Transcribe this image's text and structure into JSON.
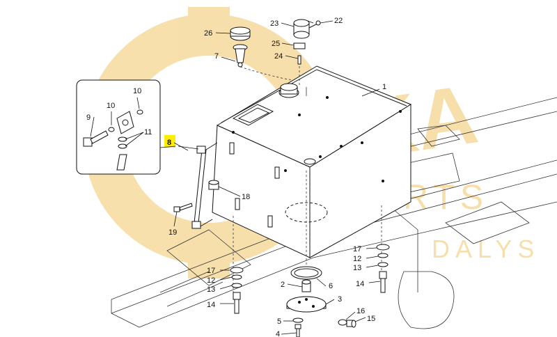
{
  "diagram": {
    "callouts": [
      {
        "id": "c1",
        "text": "1"
      },
      {
        "id": "c2",
        "text": "2"
      },
      {
        "id": "c3",
        "text": "3"
      },
      {
        "id": "c4",
        "text": "4"
      },
      {
        "id": "c5",
        "text": "5"
      },
      {
        "id": "c6",
        "text": "6"
      },
      {
        "id": "c7",
        "text": "7"
      },
      {
        "id": "c8",
        "text": "8"
      },
      {
        "id": "c9",
        "text": "9"
      },
      {
        "id": "c10a",
        "text": "10"
      },
      {
        "id": "c10b",
        "text": "10"
      },
      {
        "id": "c11",
        "text": "11"
      },
      {
        "id": "c12a",
        "text": "12"
      },
      {
        "id": "c12b",
        "text": "12"
      },
      {
        "id": "c13a",
        "text": "13"
      },
      {
        "id": "c13b",
        "text": "13"
      },
      {
        "id": "c14a",
        "text": "14"
      },
      {
        "id": "c14b",
        "text": "14"
      },
      {
        "id": "c15",
        "text": "15"
      },
      {
        "id": "c16",
        "text": "16"
      },
      {
        "id": "c17a",
        "text": "17"
      },
      {
        "id": "c17b",
        "text": "17"
      },
      {
        "id": "c18",
        "text": "18"
      },
      {
        "id": "c19",
        "text": "19"
      },
      {
        "id": "c22",
        "text": "22"
      },
      {
        "id": "c23",
        "text": "23"
      },
      {
        "id": "c24",
        "text": "24"
      },
      {
        "id": "c25",
        "text": "25"
      },
      {
        "id": "c26",
        "text": "26"
      }
    ],
    "watermark": {
      "line1": "ESKA",
      "line2": "PARTS",
      "line3": "DALYS",
      "color": "#f2c66a"
    },
    "highlight_color": "#ffee00"
  }
}
